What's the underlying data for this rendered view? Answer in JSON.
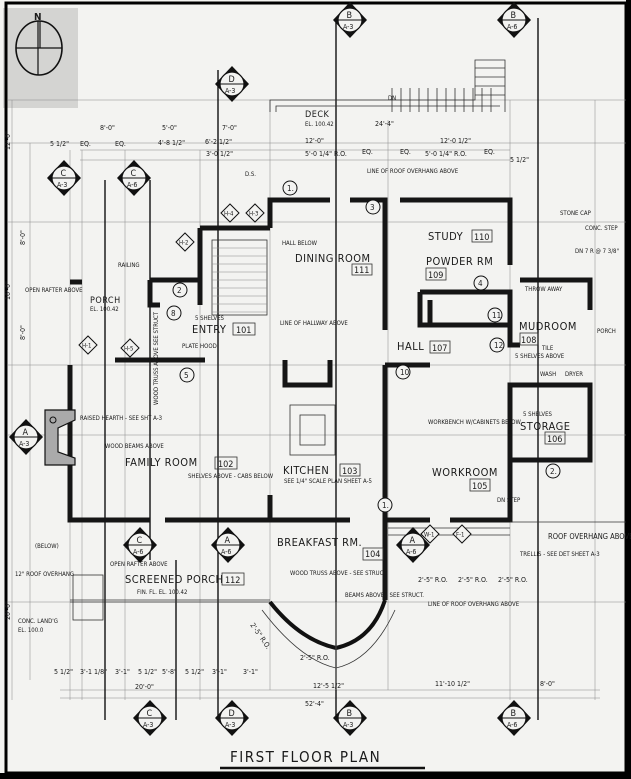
{
  "title": "FIRST FLOOR PLAN",
  "north_label": "N",
  "rooms": [
    {
      "name": "ENTRY",
      "number": "101"
    },
    {
      "name": "FAMILY ROOM",
      "number": "102"
    },
    {
      "name": "KITCHEN",
      "number": "103"
    },
    {
      "name": "BREAKFAST RM.",
      "number": "104"
    },
    {
      "name": "WORKROOM",
      "number": "105"
    },
    {
      "name": "STORAGE",
      "number": "106"
    },
    {
      "name": "HALL",
      "number": "107"
    },
    {
      "name": "MUDROOM",
      "number": "108"
    },
    {
      "name": "POWDER RM",
      "number": "109"
    },
    {
      "name": "STUDY",
      "number": "110"
    },
    {
      "name": "DINING ROOM",
      "number": "111"
    },
    {
      "name": "SCREENED PORCH",
      "number": "112"
    }
  ],
  "notes": {
    "deck": "DECK",
    "deck_el": "EL. 100.42",
    "dn": "DN",
    "porch": "PORCH",
    "porch_el": "EL. 100.42",
    "railing": "RAILING",
    "open_rafter": "OPEN RAFTER ABOVE",
    "hall_below": "HALL BELOW",
    "roof_overhang_top": "LINE OF ROOF OVERHANG ABOVE",
    "five_shelves_entry": "5 SHELVES",
    "plate_hood": "PLATE HOOD",
    "line_of_hallway": "LINE OF HALLWAY ABOVE",
    "raised_hearth": "RAISED HEARTH - SEE SHT A-3",
    "wood_beams": "WOOD BEAMS ABOVE",
    "wood_truss": "WOOD TRUSS ABOVE SEE STRUCT",
    "shelves_cabs": "SHELVES ABOVE - CABS BELOW",
    "kitchen_plan": "SEE 1/4\" SCALE PLAN SHEET A-5",
    "open_rafter_porch": "OPEN RAFTER ABOVE",
    "fin_fl": "FIN. FL. EL. 100.42",
    "roof_overhang_12": "12\" ROOF OVERHANG",
    "conc_landing": "CONC. LAND'G",
    "conc_landing_el": "EL. 100.0",
    "wood_truss_bay": "WOOD TRUSS ABOVE - SEE STRUCT",
    "beams_above": "BEAMS ABOVE - SEE STRUCT.",
    "roof_overhang_bay": "LINE OF ROOF OVERHANG ABOVE",
    "workbench": "WORKBENCH W/CABINETS BELOW",
    "five_shelves_storage": "5 SHELVES",
    "trellis": "TRELLIS - SEE DET SHEET A-3",
    "roof_overhang_east": "ROOF OVERHANG ABOVE",
    "dn_step": "DN STEP",
    "stone_cap": "STONE CAP",
    "conc_step": "CONC. STEP",
    "dn_risers": "DN 7 R @ 7 3/8\"",
    "shelves_above": "5 SHELVES ABOVE",
    "wash": "WASH",
    "dryer": "DRYER",
    "porch_east": "PORCH",
    "throw_away": "THROW AWAY",
    "tile": "TILE",
    "below": "(BELOW)",
    "ds": "D.S."
  },
  "dimensions": {
    "top": [
      "8'-0\"",
      "5'-0\"",
      "7'-0\"",
      "12'-0\"",
      "12'-0 1/2\"",
      "24'-4\""
    ],
    "top_sub": [
      "5 1/2\"",
      "EQ.",
      "EQ.",
      "4'-8 1/2\"",
      "6'-2 1/2\"",
      "3'-0 1/2\"",
      "5'-0 1/4\" R.O.",
      "EQ.",
      "EQ.",
      "5'-0 1/4\" R.O.",
      "EQ.",
      "5 1/2\""
    ],
    "left": [
      "12'-0\"",
      "8'-0\"",
      "16'-0\"",
      "8'-0\"",
      "20'-0\""
    ],
    "bottom": [
      "5 1/2\"",
      "3'-1 1/8\"",
      "3'-1\"",
      "5 1/2\"",
      "5'-8\"",
      "5 1/2\"",
      "3'-1\"",
      "3'-1\""
    ],
    "bottom_totals": [
      "20'-0\"",
      "12'-5 1/2\"",
      "52'-4\"",
      "11'-10 1/2\"",
      "8'-0\""
    ],
    "ro": [
      "2'-5\" R.O.",
      "2'-5\" R.O.",
      "2'-5\" R.O.",
      "2'-5\" R.O.",
      "2'-5\" R.O."
    ]
  },
  "section_markers": [
    {
      "letter": "B",
      "sheet": "A-3"
    },
    {
      "letter": "B",
      "sheet": "A-6"
    },
    {
      "letter": "D",
      "sheet": "A-3"
    },
    {
      "letter": "C",
      "sheet": "A-3"
    },
    {
      "letter": "C",
      "sheet": "A-6"
    },
    {
      "letter": "A",
      "sheet": "A-3"
    },
    {
      "letter": "C",
      "sheet": "A-6"
    },
    {
      "letter": "A",
      "sheet": "A-6"
    },
    {
      "letter": "A",
      "sheet": "A-6"
    },
    {
      "letter": "C",
      "sheet": "A-3"
    },
    {
      "letter": "D",
      "sheet": "A-3"
    },
    {
      "letter": "B",
      "sheet": "A-3"
    },
    {
      "letter": "B",
      "sheet": "A-6"
    }
  ],
  "door_tags": [
    "1.",
    "2",
    "3",
    "4",
    "5",
    "8",
    "10",
    "11",
    "12",
    "2.",
    "1."
  ],
  "window_tags": [
    "H-1",
    "H-2",
    "H-3",
    "H-4",
    "H-5",
    "W-1",
    "F-1"
  ]
}
